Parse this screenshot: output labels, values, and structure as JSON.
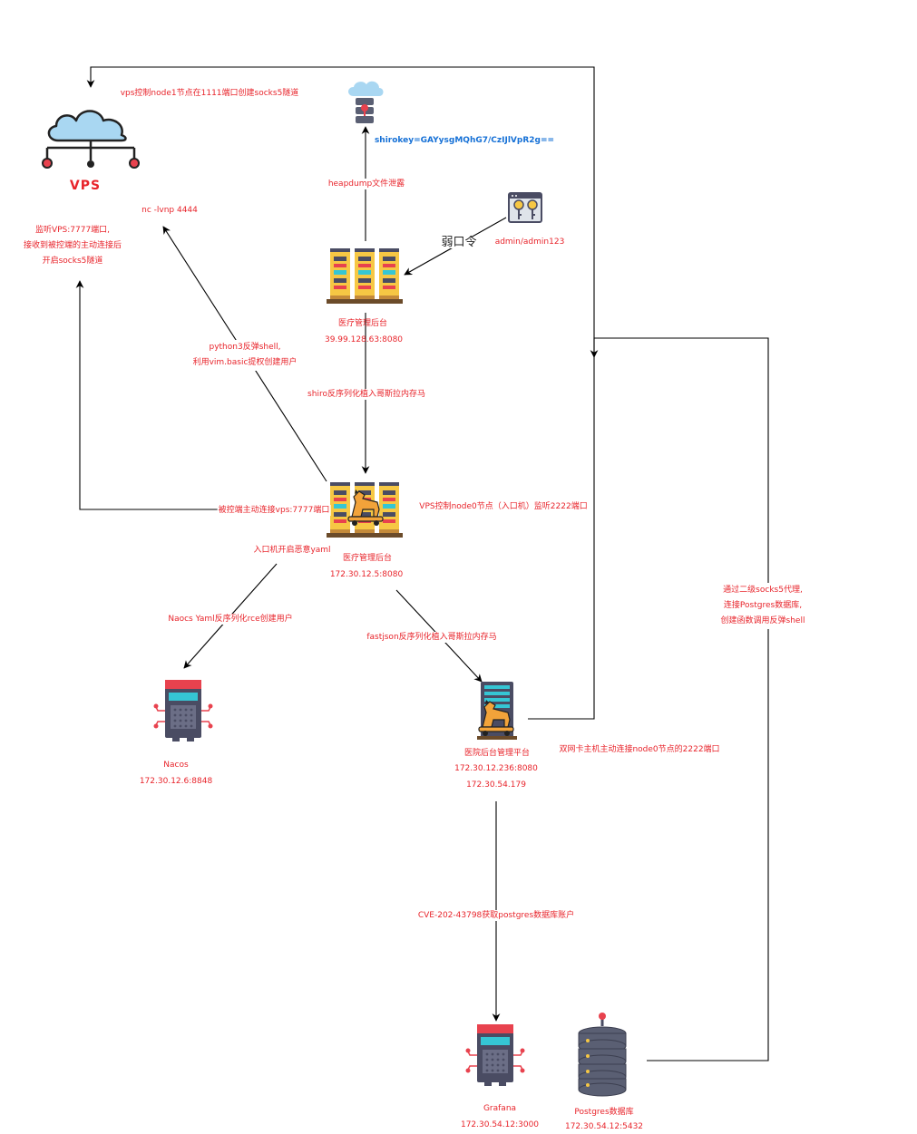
{
  "nodes": {
    "vps": {
      "label": "VPS",
      "icon": "cloud-network-icon"
    },
    "shiro_server": {
      "icon": "cloud-database-icon"
    },
    "weak_credential": {
      "icon": "keys-icon"
    },
    "medical_backend_public": {
      "name": "医疗管理后台",
      "address": "39.99.128.63:8080",
      "icon": "server-rack-icon"
    },
    "medical_backend_entry": {
      "name": "医疗管理后台",
      "address": "172.30.12.5:8080",
      "icon": "trojan-server-rack-icon"
    },
    "nacos": {
      "name": "Nacos",
      "address": "172.30.12.6:8848",
      "icon": "chip-server-icon"
    },
    "hospital_platform": {
      "name": "医院后台管理平台",
      "address1": "172.30.12.236:8080",
      "address2": "172.30.54.179",
      "icon": "trojan-server-tower-icon"
    },
    "grafana": {
      "name": "Grafana",
      "address": "172.30.54.12:3000",
      "icon": "chip-server-icon"
    },
    "postgres": {
      "name": "Postgres数据库",
      "address": "172.30.54.12:5432",
      "icon": "database-stack-icon"
    }
  },
  "labels": {
    "vps_socks_node1": "vps控制node1节点在1111端口创建socks5隧道",
    "shirokey": "shirokey=GAYysgMQhG7/CzIJlVpR2g==",
    "heapdump": "heapdump文件泄露",
    "weak_password": "弱口令",
    "admin_cred": "admin/admin123",
    "nc_listen": "nc -lvnp 4444",
    "vps_listen": "监听VPS:7777端口,\n接收到被控端的主动连接后\n开启socks5隧道",
    "python_shell": "python3反弹shell,\n利用vim.basic提权创建用户",
    "shiro_memshell": "shiro反序列化植入哥斯拉内存马",
    "controlled_connect": "被控端主动连接vps:7777端口",
    "vps_node0": "VPS控制node0节点（入口机）监听2222端口",
    "entry_yaml": "入口机开启恶意yaml",
    "nacos_yaml": "Naocs Yaml反序列化rce创建用户",
    "fastjson": "fastjson反序列化植入哥斯拉内存马",
    "dual_nic": "双网卡主机主动连接node0节点的2222端口",
    "socks_proxy": "通过二级socks5代理,\n连接Postgres数据库,\n创建函数调用反弹shell",
    "cve": "CVE-202-43798获取postgres数据库账户"
  },
  "colors": {
    "label_red": "#e8242b",
    "label_blue": "#1570d6",
    "edge": "#000000",
    "cloud_blue": "#a9d7f2",
    "server_yellow": "#f6c744",
    "server_cyan": "#35c6d4",
    "server_red": "#e8424e",
    "server_dark": "#4a4c63",
    "db_gray": "#5a5f73",
    "trojan_orange": "#f2a33a"
  }
}
